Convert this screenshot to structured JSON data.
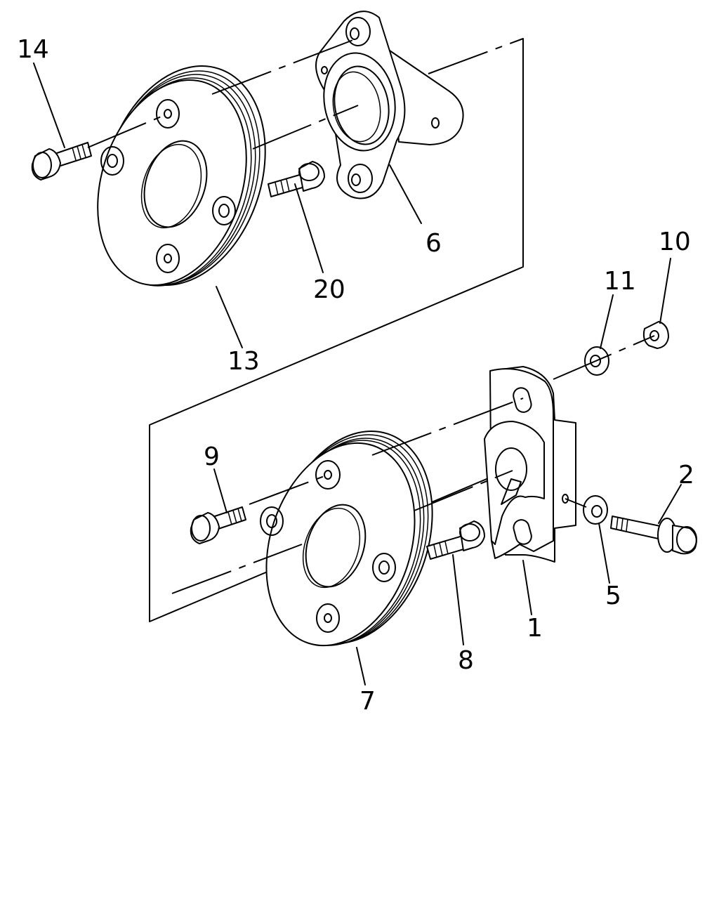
{
  "callouts": {
    "c14": "14",
    "c6": "6",
    "c20": "20",
    "c13": "13",
    "c10": "10",
    "c11": "11",
    "c9": "9",
    "c2": "2",
    "c5": "5",
    "c1": "1",
    "c8": "8",
    "c7": "7"
  }
}
